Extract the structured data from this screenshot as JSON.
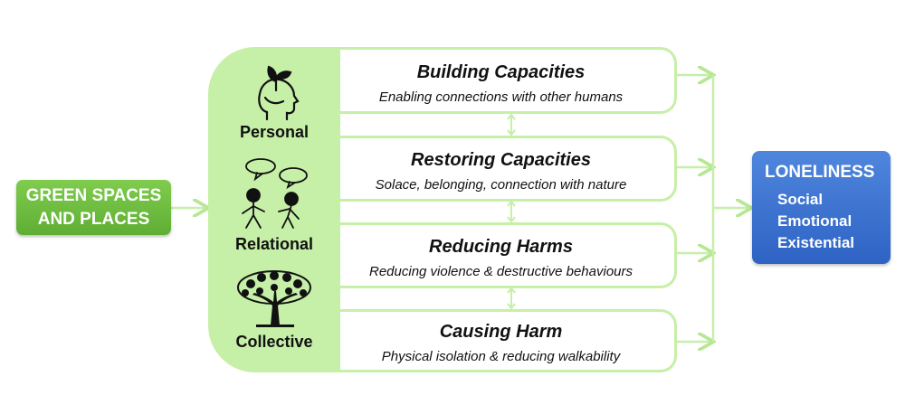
{
  "source": {
    "line1": "GREEN SPACES",
    "line2": "AND PLACES"
  },
  "levels": {
    "personal": "Personal",
    "relational": "Relational",
    "collective": "Collective"
  },
  "stages": [
    {
      "title": "Building Capacities",
      "subtitle": "Enabling connections with other humans"
    },
    {
      "title": "Restoring Capacities",
      "subtitle": "Solace, belonging, connection with nature"
    },
    {
      "title": "Reducing Harms",
      "subtitle": "Reducing violence & destructive behaviours"
    },
    {
      "title": "Causing Harm",
      "subtitle": "Physical isolation & reducing walkability"
    }
  ],
  "target": {
    "title": "LONELINESS",
    "items": [
      "Social",
      "Emotional",
      "Existential"
    ]
  },
  "colors": {
    "panel": "#c6efa7",
    "source": "#6bbd3f",
    "target": "#3d73d0",
    "arrow": "#c6efa7"
  },
  "icons": [
    "plant-head-icon",
    "speech-people-icon",
    "tree-icon"
  ]
}
